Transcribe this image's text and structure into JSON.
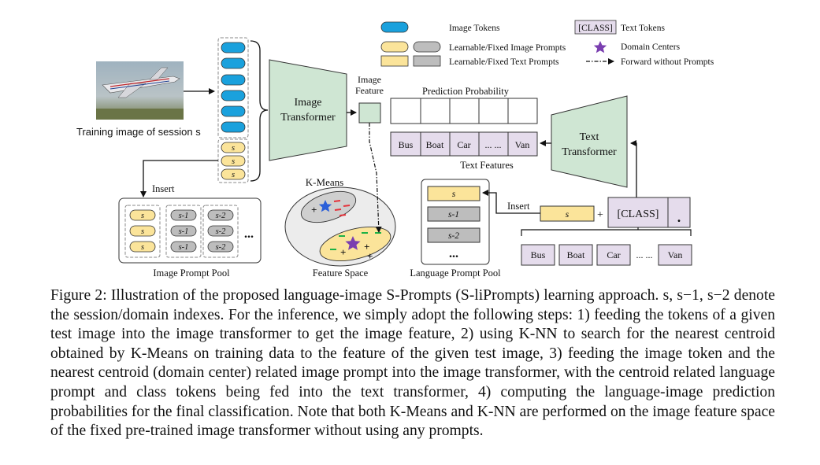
{
  "legend": {
    "image_tokens": "Image Tokens",
    "learnable_fixed_image_prompts": "Learnable/Fixed Image Prompts",
    "learnable_fixed_text_prompts": "Learnable/Fixed Text Prompts",
    "class_token": "[CLASS]",
    "text_tokens": "Text Tokens",
    "domain_centers": "Domain Centers",
    "forward_without_prompts": "Forward without Prompts"
  },
  "training_image_caption": "Training image of session s",
  "image_transformer": [
    "Image",
    "Transformer"
  ],
  "image_feature": [
    "Image",
    "Feature"
  ],
  "prediction_probability": "Prediction Probability",
  "text_features_label": "Text Features",
  "text_features_cells": [
    "Bus",
    "Boat",
    "Car",
    "... ...",
    "Van"
  ],
  "text_transformer": [
    "Text",
    "Transformer"
  ],
  "input_prompt_token": "s",
  "insert_label_left": "Insert",
  "insert_label_right": "Insert",
  "image_prompt_pool": {
    "label": "Image Prompt Pool",
    "groups": [
      [
        "s",
        "s",
        "s"
      ],
      [
        "s-1",
        "s-1",
        "s-1"
      ],
      [
        "s-2",
        "s-2",
        "s-2"
      ]
    ],
    "more": "..."
  },
  "kmeans_label": "K-Means",
  "feature_space_label": "Feature Space",
  "language_prompt_pool": {
    "label": "Language Prompt Pool",
    "items": [
      "s",
      "s-1",
      "s-2"
    ],
    "more": "..."
  },
  "text_input": {
    "prompt": "s",
    "plus": "+",
    "class_token": "[CLASS]",
    "dot": "."
  },
  "class_names": [
    "Bus",
    "Boat",
    "Car",
    "... ...",
    "Van"
  ],
  "caption": {
    "label": "Figure 2:",
    "text": "Illustration of the proposed language-image S-Prompts (S-liPrompts) learning approach. s, s−1, s−2 denote the session/domain indexes. For the inference, we simply adopt the following steps: 1) feeding the tokens of a given test image into the image transformer to get the image feature, 2) using K-NN to search for the nearest centroid obtained by K-Means on training data to the feature of the given test image, 3) feeding the image token and the nearest centroid (domain center) related image prompt into the image transformer, with the centroid related language prompt and class tokens being fed into the text transformer, 4) computing the language-image prediction probabilities for the final classification. Note that both K-Means and K-NN are performed on the image feature space of the fixed pre-trained image transformer without using any prompts."
  },
  "colors": {
    "image_token_blue": "#1aa1dd",
    "prompt_yellow": "#fbe49a",
    "prompt_gray": "#bdbdbd",
    "text_token_purple": "#e5dcec",
    "transformer_green": "#cfe6d3",
    "star_purple": "#7a3fb0",
    "star_blue": "#2b5fd9",
    "minus_red": "#e5323a",
    "plus_cyan": "#2aa4e0",
    "minus_green": "#1db247",
    "cluster_gray": "#cfcfcf",
    "cluster_yellow": "#fbe49a",
    "feature_space_fill": "#ececec"
  }
}
